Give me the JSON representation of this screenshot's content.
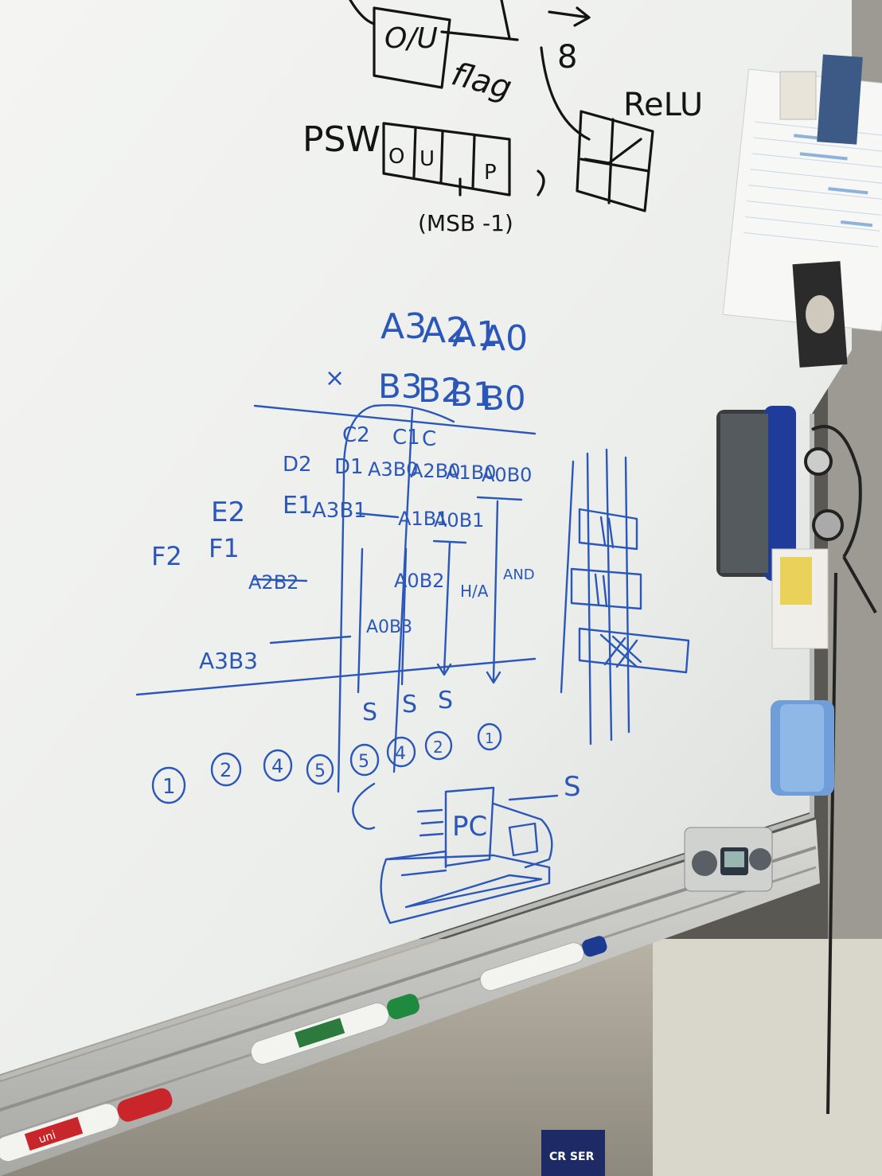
{
  "board": {
    "top_notes": {
      "flag_box_label": "O/U",
      "flag_word": "flag",
      "eight": "8",
      "relu_label": "ReLU",
      "psw_label": "PSW",
      "psw_fields": [
        "O",
        "U",
        "",
        "P"
      ],
      "msb_note": "(MSB -1)"
    },
    "multiplication": {
      "multiplicand": [
        "A3",
        "A2",
        "A1",
        "A0"
      ],
      "multiplier": [
        "B3",
        "B2",
        "B1",
        "B0"
      ],
      "times_sign": "×",
      "carries": [
        "C2",
        "C1",
        "C"
      ],
      "row1_prefix": [
        "D2",
        "D1"
      ],
      "row1_terms": [
        "A3B0",
        "A2B0",
        "A1B0",
        "A0B0"
      ],
      "row2_prefix": [
        "E2",
        "E1"
      ],
      "row2_terms": [
        "A3B1",
        "A1B1",
        "A0B1"
      ],
      "row3_prefix": [
        "F2",
        "F1"
      ],
      "row3_terms": [
        "A2B2",
        "A0B2"
      ],
      "row4_terms": [
        "A3B3",
        "A0B3"
      ],
      "half_adder_label": "H/A",
      "and_label": "AND",
      "sums": [
        "S",
        "S",
        "S"
      ],
      "step_numbers": [
        "1",
        "2",
        "4",
        "5",
        "5",
        "4",
        "2",
        "1"
      ],
      "extra_s": "S",
      "pc_label": "PC"
    }
  },
  "marker_labels": [
    "uni"
  ],
  "book_label": "CR SER"
}
